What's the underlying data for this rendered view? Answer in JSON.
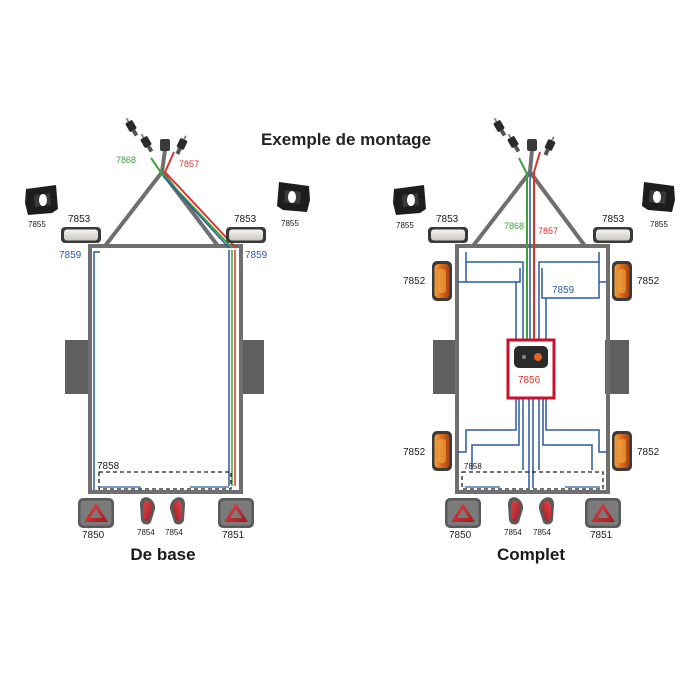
{
  "title": "Exemple de montage",
  "colors": {
    "frame": "#6f6f6f",
    "wire_blue": "#2a5aa0",
    "wire_green": "#3ca33c",
    "wire_red": "#d8352a",
    "junction_box_border": "#c8102e",
    "marker_amber": "#d9661b",
    "rear_light_red": "#c0272d"
  },
  "left": {
    "caption": "De base",
    "labels": {
      "green_cable": "7868",
      "red_cable": "7857",
      "bracket_left": "7855",
      "bracket_right": "7855",
      "front_lamp_left": "7853",
      "front_lamp_right": "7853",
      "cable_left": "7859",
      "cable_right": "7859",
      "rear_cable": "7858",
      "rear_light_left": "7850",
      "rear_light_right": "7851",
      "reflector_left": "7854",
      "reflector_right": "7854"
    }
  },
  "right": {
    "caption": "Complet",
    "labels": {
      "green_cable": "7868",
      "red_cable": "7857",
      "bracket_left": "7855",
      "bracket_right": "7855",
      "front_lamp_left": "7853",
      "front_lamp_right": "7853",
      "side_marker_front_left": "7852",
      "side_marker_front_right": "7852",
      "side_marker_rear_left": "7852",
      "side_marker_rear_right": "7852",
      "cable_blue": "7859",
      "junction_box": "7856",
      "rear_cable": "7858",
      "rear_light_left": "7850",
      "rear_light_right": "7851",
      "reflector_left": "7854",
      "reflector_right": "7854"
    }
  }
}
